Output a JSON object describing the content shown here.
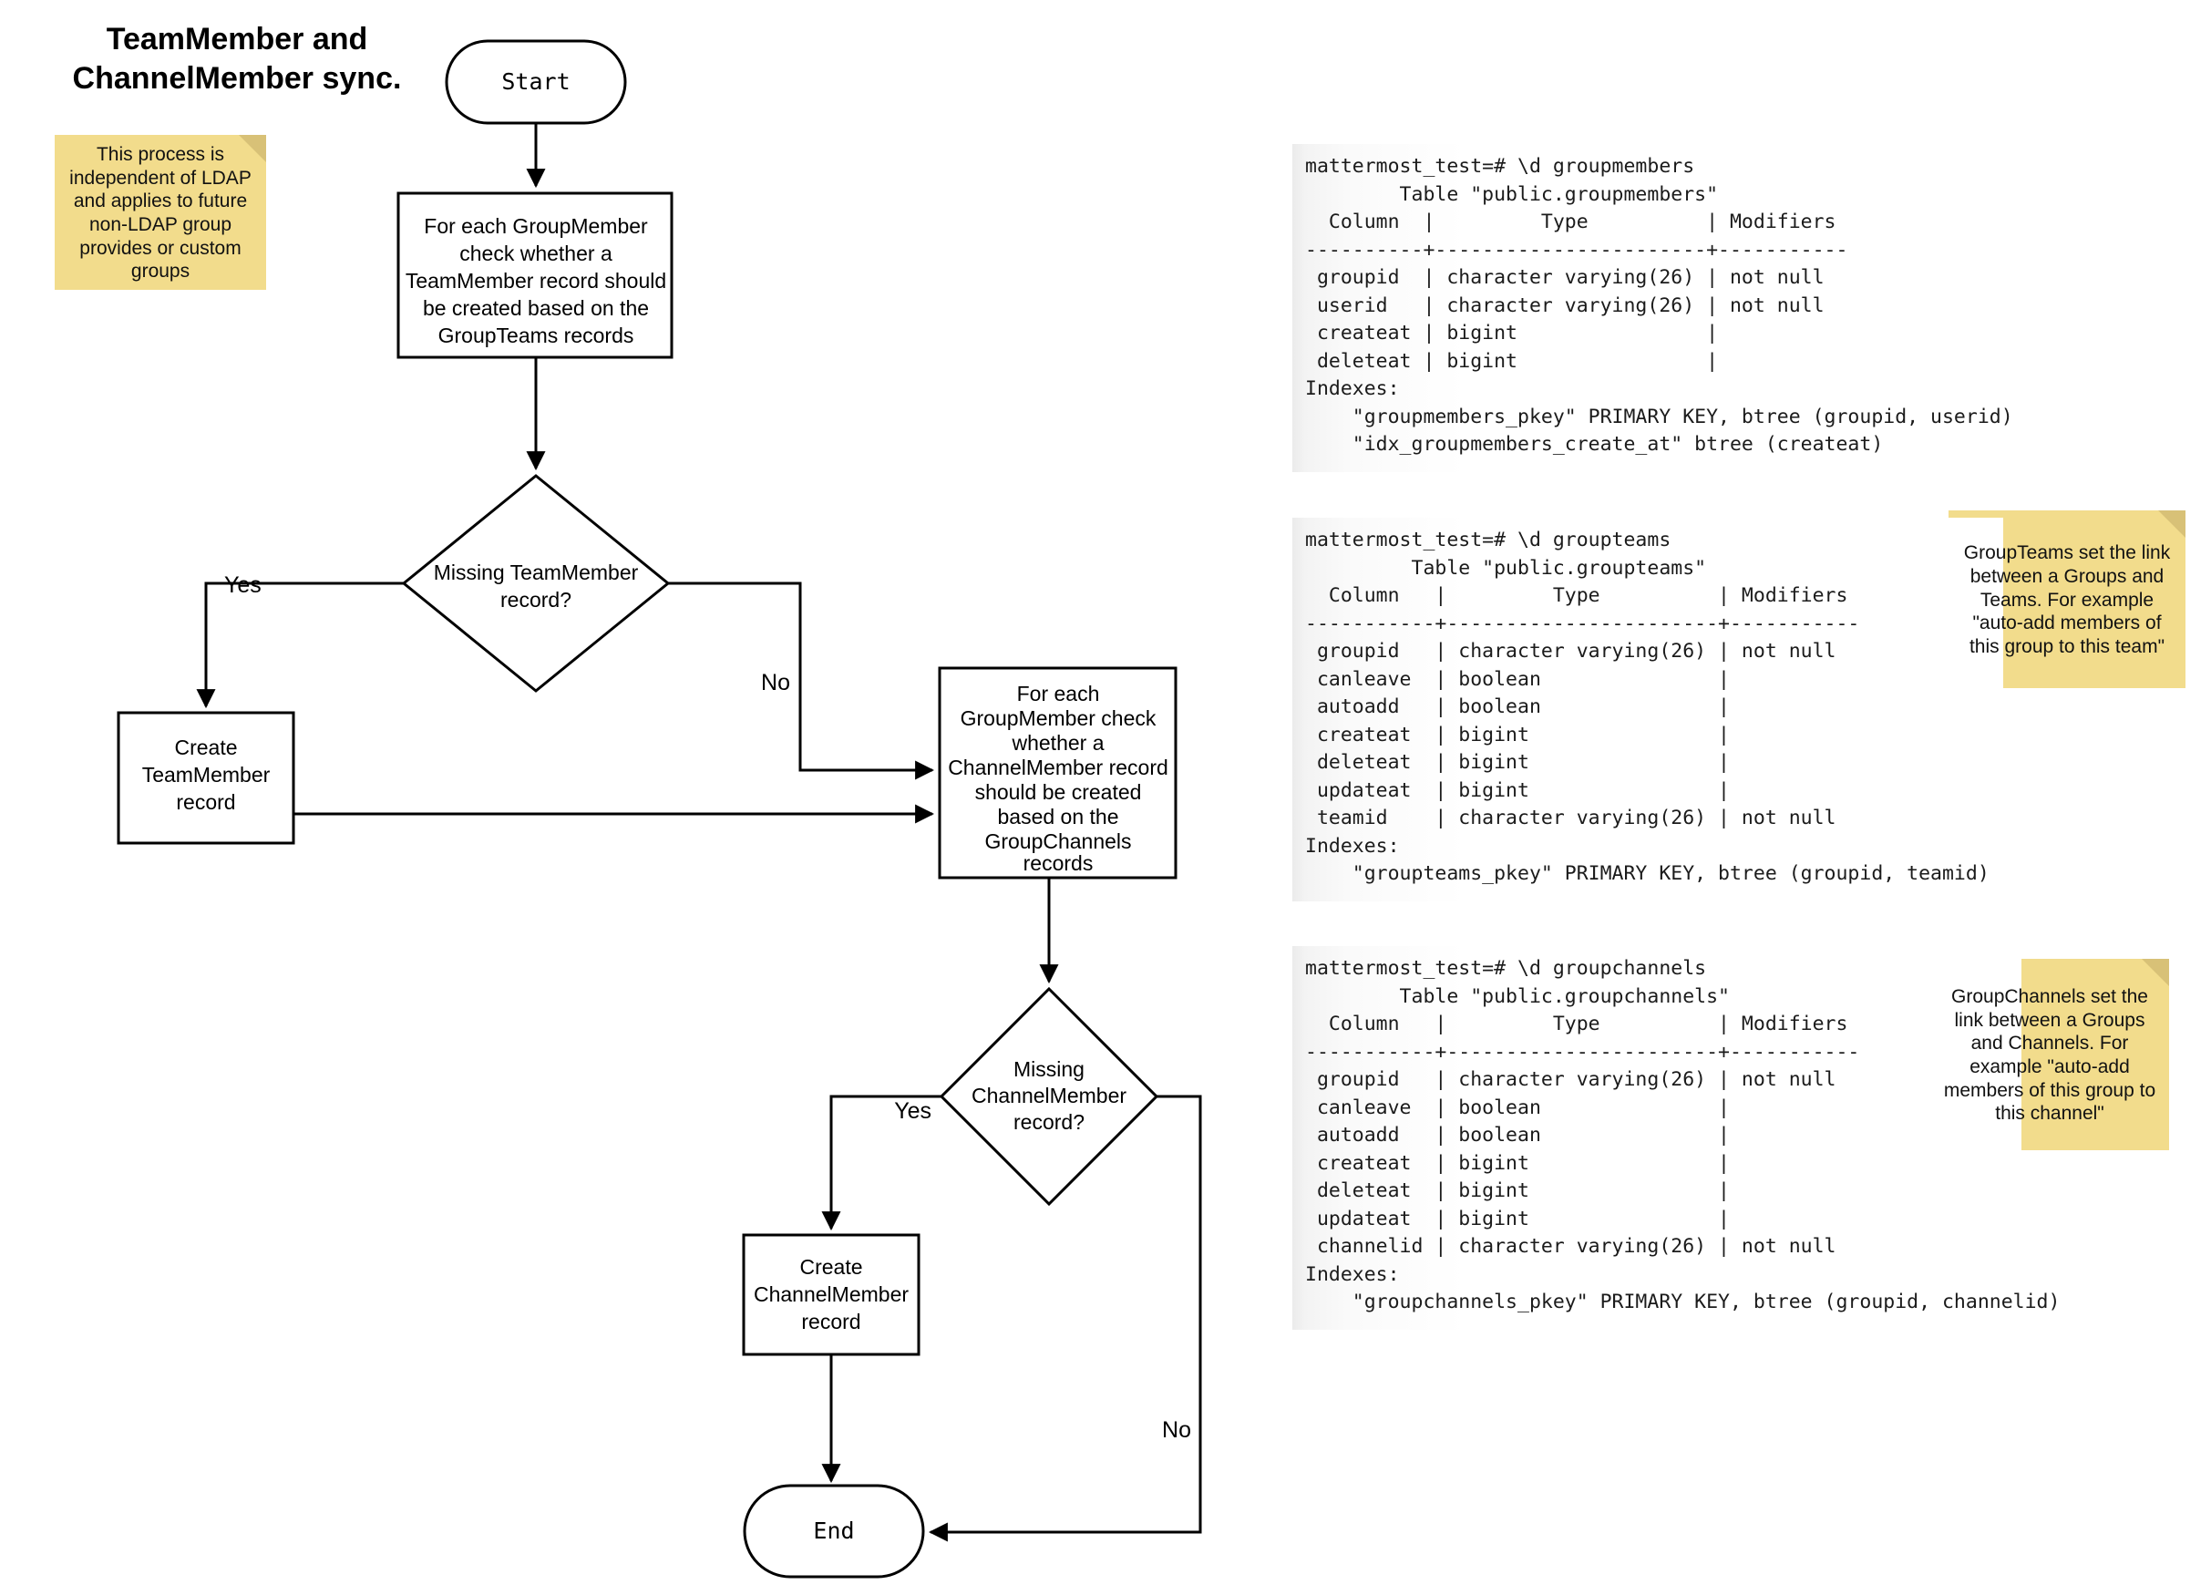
{
  "title": "TeamMember and\nChannelMember sync.",
  "notes": {
    "ldap": "This process is independent of LDAP and applies to future non-LDAP group provides or custom groups",
    "groupteams": "GroupTeams set the link between a Groups and Teams. For example \"auto-add members of this group to this team\"",
    "groupchannels": "GroupChannels set the link between a Groups and Channels. For example \"auto-add members of this group to this channel\""
  },
  "flow": {
    "start": "Start",
    "end": "End",
    "process_teammember": [
      "For each GroupMember",
      "check whether a",
      "TeamMember record should",
      "be created based on the",
      "GroupTeams records"
    ],
    "decision_teammember": [
      "Missing TeamMember",
      "record?"
    ],
    "create_teammember": [
      "Create",
      "TeamMember",
      "record"
    ],
    "process_channelmember": [
      "For each",
      "GroupMember check",
      "whether a",
      "ChannelMember record",
      "should be created",
      "based on the",
      "GroupChannels",
      "records"
    ],
    "decision_channelmember": [
      "Missing",
      "ChannelMember",
      "record?"
    ],
    "create_channelmember": [
      "Create",
      "ChannelMember",
      "record"
    ],
    "labels": {
      "yes1": "Yes",
      "no1": "No",
      "yes2": "Yes",
      "no2": "No"
    }
  },
  "terminals": {
    "groupmembers": "mattermost_test=# \\d groupmembers\n        Table \"public.groupmembers\"\n  Column  |         Type          | Modifiers \n----------+-----------------------+-----------\n groupid  | character varying(26) | not null\n userid   | character varying(26) | not null\n createat | bigint                |\n deleteat | bigint                |\nIndexes:\n    \"groupmembers_pkey\" PRIMARY KEY, btree (groupid, userid)\n    \"idx_groupmembers_create_at\" btree (createat)",
    "groupteams": "mattermost_test=# \\d groupteams\n         Table \"public.groupteams\"\n  Column   |         Type          | Modifiers \n-----------+-----------------------+-----------\n groupid   | character varying(26) | not null\n canleave  | boolean               |\n autoadd   | boolean               |\n createat  | bigint                |\n deleteat  | bigint                |\n updateat  | bigint                |\n teamid    | character varying(26) | not null\nIndexes:\n    \"groupteams_pkey\" PRIMARY KEY, btree (groupid, teamid)",
    "groupchannels": "mattermost_test=# \\d groupchannels\n        Table \"public.groupchannels\"\n  Column   |         Type          | Modifiers \n-----------+-----------------------+-----------\n groupid   | character varying(26) | not null\n canleave  | boolean               |\n autoadd   | boolean               |\n createat  | bigint                |\n deleteat  | bigint                |\n updateat  | bigint                |\n channelid | character varying(26) | not null\nIndexes:\n    \"groupchannels_pkey\" PRIMARY KEY, btree (groupid, channelid)"
  },
  "colors": {
    "sticky": "#f2dc8c",
    "stroke": "#000000",
    "background": "#ffffff"
  }
}
